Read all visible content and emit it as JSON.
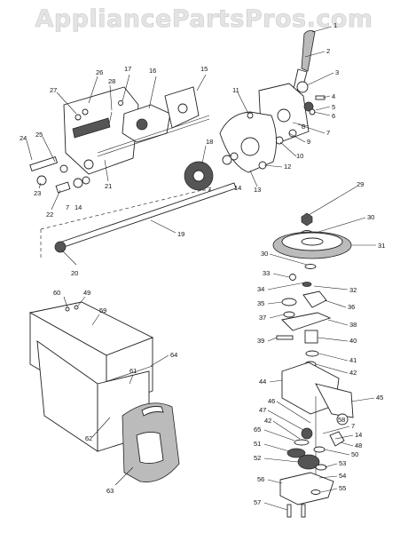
{
  "watermark": "AppliancePartsPros.com",
  "labels": [
    "1",
    "2",
    "3",
    "4",
    "5",
    "6",
    "7",
    "8",
    "9",
    "10",
    "11",
    "12",
    "13",
    "14",
    "15",
    "16",
    "17",
    "18",
    "19",
    "20",
    "21",
    "22",
    "23",
    "24",
    "25",
    "26",
    "27",
    "28",
    "29",
    "30",
    "31",
    "32",
    "33",
    "34",
    "35",
    "36",
    "37",
    "38",
    "39",
    "40",
    "41",
    "42",
    "44",
    "45",
    "46",
    "47",
    "48",
    "49",
    "50",
    "51",
    "52",
    "53",
    "54",
    "55",
    "56",
    "57",
    "58",
    "59",
    "60",
    "61",
    "62",
    "63",
    "64",
    "65"
  ],
  "callouts": {
    "l1": "1",
    "l2": "2",
    "l3": "3",
    "l4": "4",
    "l5": "5",
    "l6": "6",
    "l7a": "7",
    "l8": "8",
    "l9": "9",
    "l10": "10",
    "l11": "11",
    "l12": "12",
    "l13": "13",
    "l14a": "14",
    "l15": "15",
    "l16": "16",
    "l17": "17",
    "l18": "18",
    "l19": "19",
    "l20": "20",
    "l21": "21",
    "l22": "22",
    "l23": "23",
    "l24": "24",
    "l25": "25",
    "l26": "26",
    "l27": "27",
    "l28": "28",
    "l29": "29",
    "l30a": "30",
    "l31": "31",
    "l32": "32",
    "l33": "33",
    "l34": "34",
    "l35": "35",
    "l36": "36",
    "l37": "37",
    "l38": "38",
    "l39": "39",
    "l40": "40",
    "l41": "41",
    "l42a": "42",
    "l44": "44",
    "l45": "45",
    "l46": "46",
    "l47": "47",
    "l48": "48",
    "l49": "49",
    "l50": "50",
    "l51": "51",
    "l52": "52",
    "l53": "53",
    "l54": "54",
    "l55": "55",
    "l56": "56",
    "l57": "57",
    "l58": "58",
    "l59": "59",
    "l60": "60",
    "l61": "61",
    "l62": "62",
    "l63": "63",
    "l64": "64",
    "l65": "65",
    "l7b": "7",
    "l7c": "7",
    "l7d": "7",
    "l14b": "14",
    "l14c": "14",
    "l30b": "30",
    "l42b": "42"
  }
}
